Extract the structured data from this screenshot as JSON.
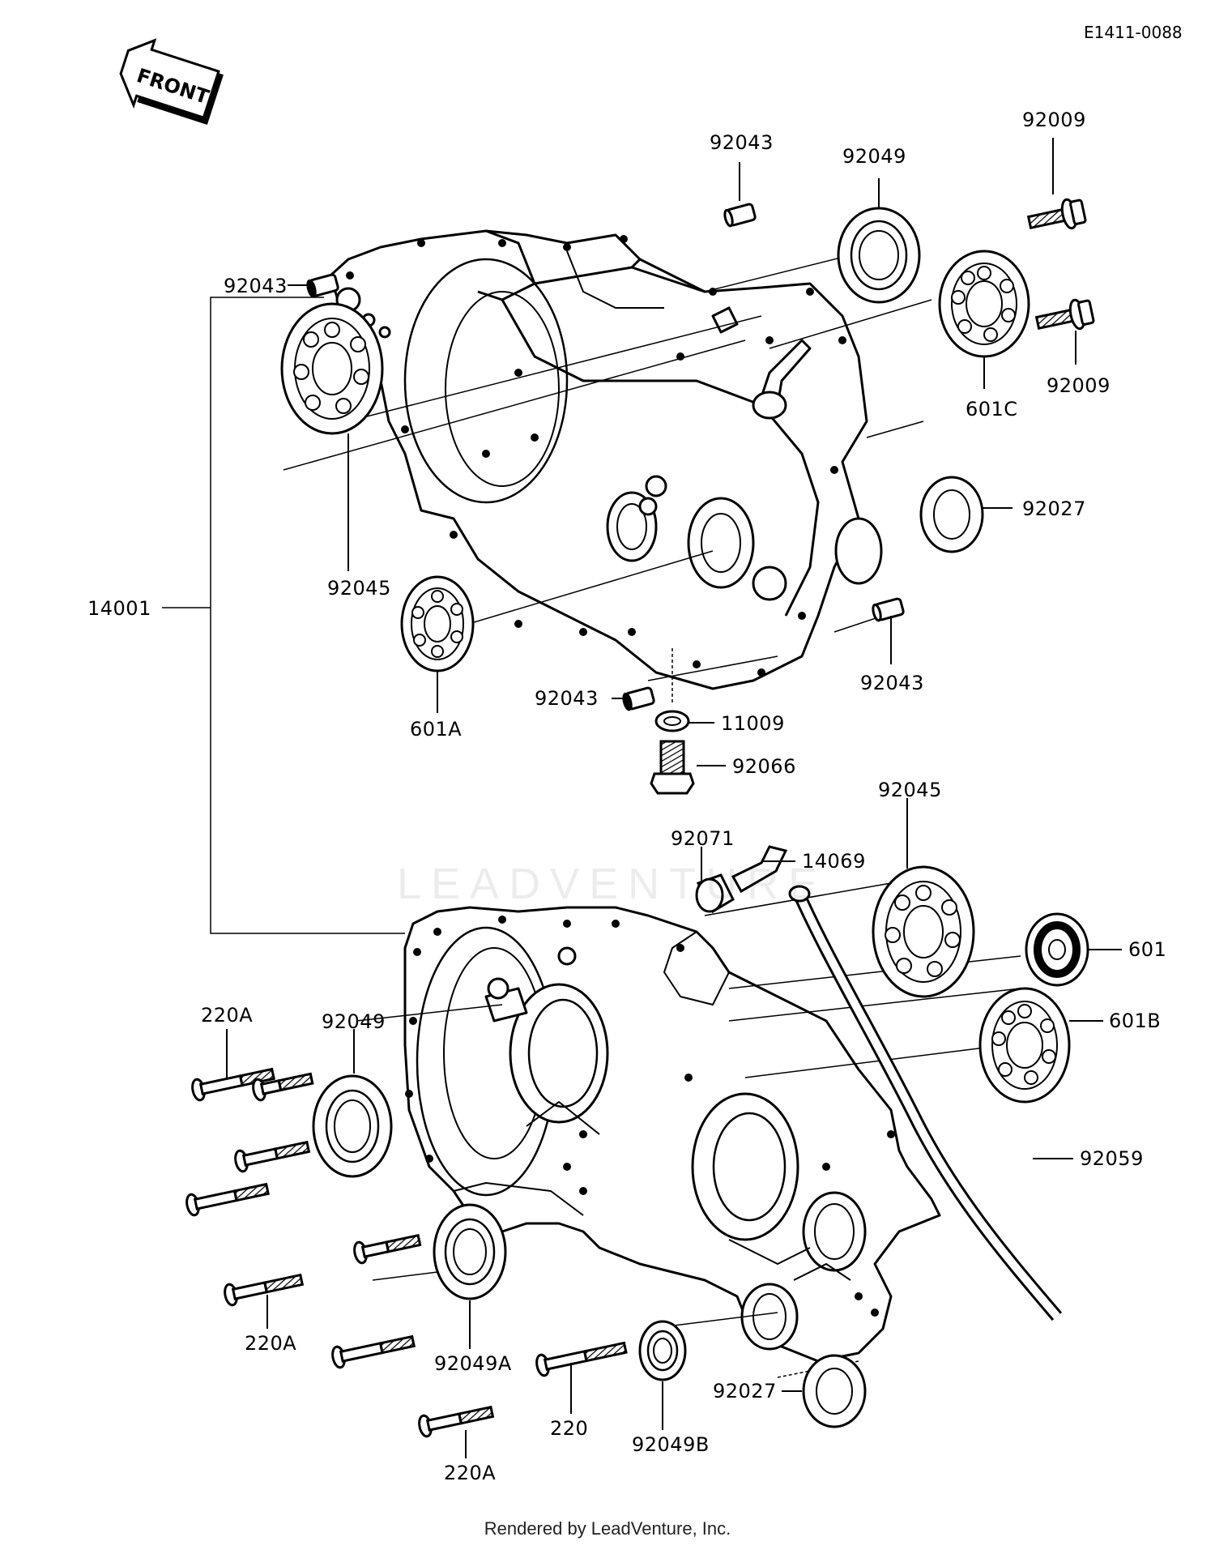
{
  "diagram": {
    "ref_code": "E1411-0088",
    "front_label": "FRONT",
    "watermark": "LEADVENTURE",
    "footer": "Rendered by LeadVenture, Inc.",
    "parts": {
      "p92043_top": "92043",
      "p92049_top": "92049",
      "p92009_a": "92009",
      "p92009_b": "92009",
      "p601C": "601C",
      "p92043_left": "92043",
      "p92045_upper": "92045",
      "p92027_upper": "92027",
      "p14001": "14001",
      "p601A": "601A",
      "p92043_right": "92043",
      "p92043_mid": "92043",
      "p11009": "11009",
      "p92066": "92066",
      "p92045_lower": "92045",
      "p92071": "92071",
      "p14069": "14069",
      "p601": "601",
      "p601B": "601B",
      "p220A_top": "220A",
      "p92049_lower": "92049",
      "p92059": "92059",
      "p220A_mid": "220A",
      "p92049A": "92049A",
      "p220": "220",
      "p92049B": "92049B",
      "p92027_lower": "92027",
      "p220A_bot": "220A"
    }
  }
}
